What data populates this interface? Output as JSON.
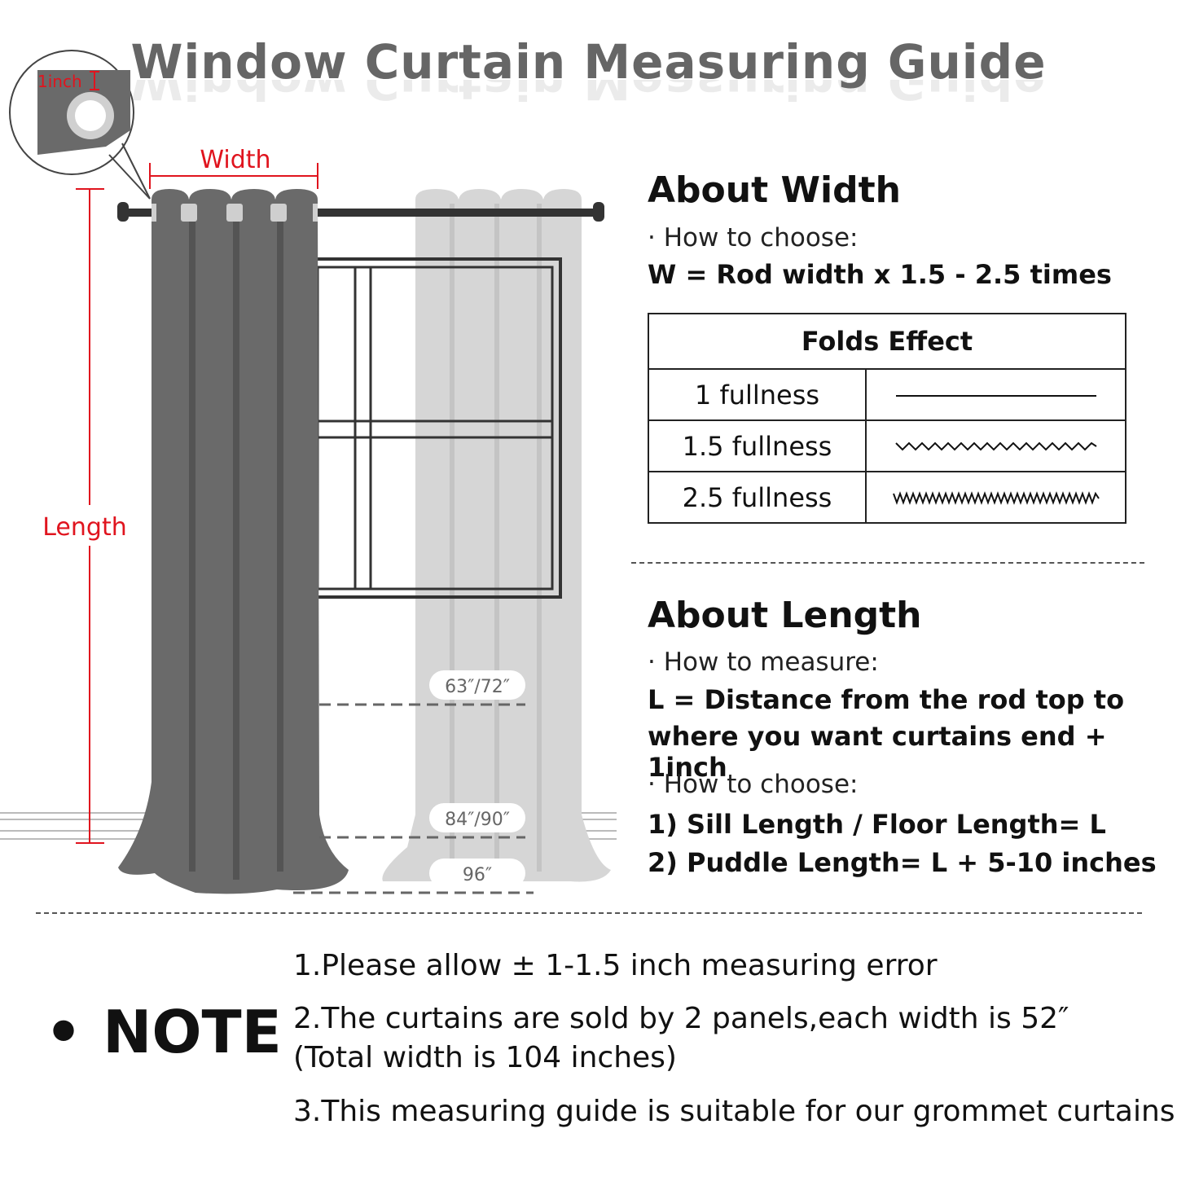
{
  "title": "Window Curtain Measuring Guide",
  "diagram": {
    "grommet_label": "1inch",
    "width_label": "Width",
    "length_label": "Length",
    "length_tags": [
      "63″/72″",
      "84″/90″",
      "96″"
    ],
    "colors": {
      "curtain_dark": "#6a6a6a",
      "curtain_light": "#d6d6d6",
      "accent_red": "#e0141e",
      "rod": "#333333"
    }
  },
  "about_width": {
    "heading": "About Width",
    "how_label": "· How to choose:",
    "formula": "W = Rod width x 1.5 - 2.5 times",
    "table": {
      "header": "Folds Effect",
      "rows": [
        {
          "label": "1 fullness",
          "effect": "flat-line"
        },
        {
          "label": "1.5 fullness",
          "effect": "small-wave"
        },
        {
          "label": "2.5 fullness",
          "effect": "dense-wave"
        }
      ]
    }
  },
  "about_length": {
    "heading": "About Length",
    "measure_label": "· How to measure:",
    "formula_line1": "L = Distance from the rod top to",
    "formula_line2": "where you want curtains end + 1inch",
    "choose_label": "· How to choose:",
    "option1": "1)  Sill Length / Floor Length= L",
    "option2": "2)  Puddle Length= L + 5-10 inches"
  },
  "note": {
    "label": "• NOTE",
    "items": [
      "1.Please allow ± 1-1.5 inch measuring error",
      "2.The curtains are sold by 2 panels,each width is 52″",
      "(Total width is 104 inches)",
      "3.This measuring guide is suitable for our grommet curtains"
    ]
  }
}
